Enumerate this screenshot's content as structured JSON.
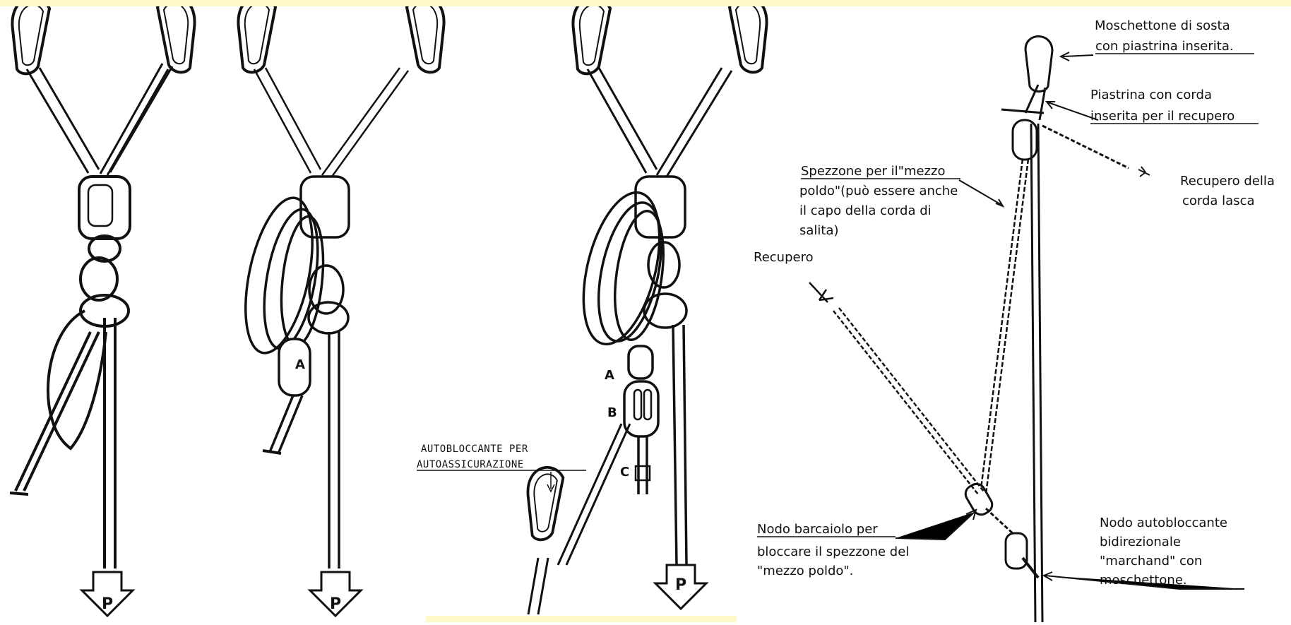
{
  "arrow_letter": "P",
  "letters": {
    "a": "A",
    "b": "B",
    "c": "C"
  },
  "fig2_letter": "A",
  "autobloccante": {
    "line1": "AUTOBLOCCANTE PER",
    "line2": "AUTOASSICURAZIONE"
  },
  "labels": {
    "moschettone": [
      "Moschettone di sosta",
      "con piastrina inserita."
    ],
    "piastrina": [
      "Piastrina con corda",
      "inserita per il recupero"
    ],
    "recupero_lasca": [
      "Recupero della",
      "corda lasca"
    ],
    "spezzone": [
      "Spezzone per il\"mezzo",
      "poldo\"(può essere anche",
      "il capo della corda di",
      "salita)"
    ],
    "recupero": "Recupero",
    "nodo_barcaiolo": [
      "Nodo barcaiolo per",
      "bloccare il spezzone del",
      "\"mezzo poldo\"."
    ],
    "nodo_autobloccante": [
      "Nodo autobloccante",
      "bidirezionale",
      "\"marchand\" con",
      "moschettone."
    ]
  }
}
